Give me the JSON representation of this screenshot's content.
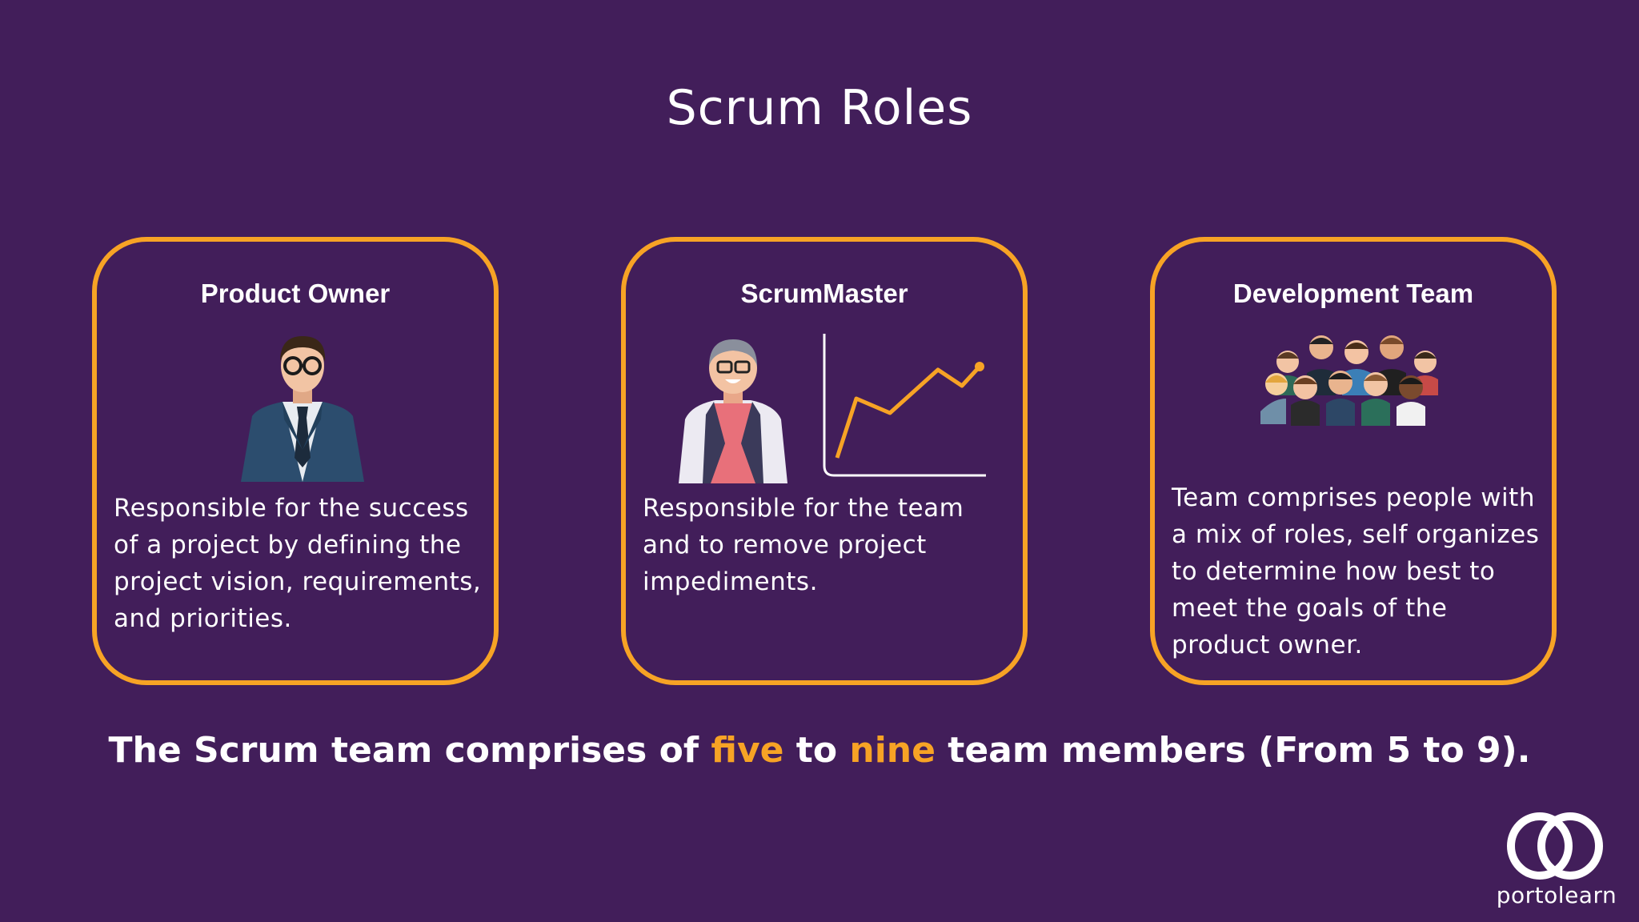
{
  "title": "Scrum Roles",
  "cards": [
    {
      "title": "Product Owner",
      "description": "Responsible for the success of a project by defining the project vision, requirements, and priorities.",
      "illustration": "businessman-icon"
    },
    {
      "title": "ScrumMaster",
      "description": "Responsible for the team and to remove project impediments.",
      "illustration": "scrum-master-with-growth-chart"
    },
    {
      "title": "Development Team",
      "description": "Team comprises people with a mix of roles, self organizes to determine how best to meet the goals of the product owner.",
      "illustration": "team-group-icon"
    }
  ],
  "footer": {
    "part1": "The Scrum team comprises of ",
    "highlight1": "five",
    "part2": " to ",
    "highlight2": "nine",
    "part3": " team members (From 5 to 9)."
  },
  "logo": {
    "text": "portolearn"
  },
  "colors": {
    "background": "#421e5a",
    "accent": "#f7a325",
    "text": "#ffffff"
  }
}
